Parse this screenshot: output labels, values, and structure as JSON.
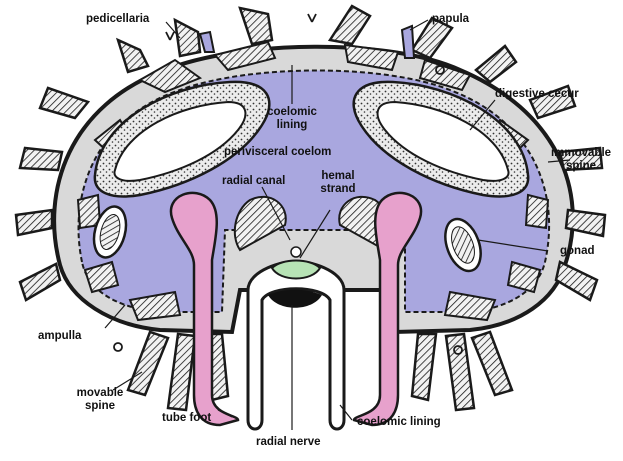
{
  "labels": {
    "pedicellaria": "pedicellaria",
    "papula": "papula",
    "coelomic_lining_top_1": "coelomic",
    "coelomic_lining_top_2": "lining",
    "digestive_cecum": "digestive cecur",
    "immovable_spine_1": "immovable",
    "immovable_spine_2": "spine",
    "perivisceral_coelom": "perivisceral coelom",
    "radial_canal": "radial canal",
    "hemal_strand_1": "hemal",
    "hemal_strand_2": "strand",
    "gonad": "gonad",
    "ampulla": "ampulla",
    "movable_spine_1": "movable",
    "movable_spine_2": "spine",
    "tube_foot": "tube foot",
    "coelomic_lining_bottom": "coelomic lining",
    "radial_nerve": "radial nerve"
  },
  "colors": {
    "coelom": "#a9a7df",
    "tube_foot": "#e7a1cc",
    "body_wall": "#d9d9d9",
    "outline": "#1a1a1a",
    "hemal": "#b7e3b5"
  }
}
